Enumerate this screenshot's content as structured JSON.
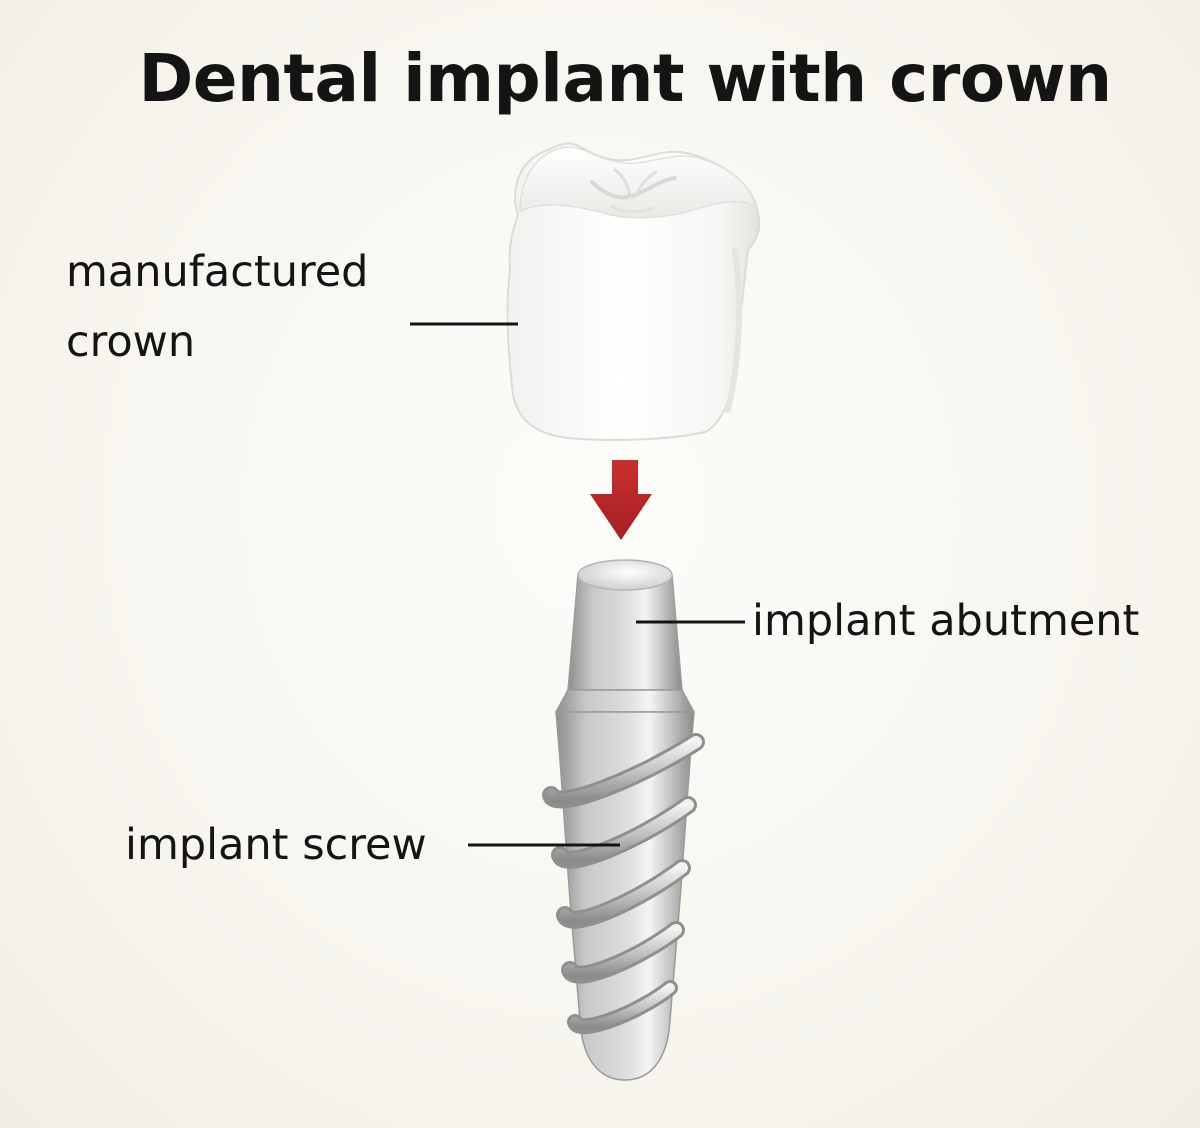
{
  "title": "Dental implant with crown",
  "labels": {
    "crown_line1": "manufactured",
    "crown_line2": "crown",
    "abutment": "implant abutment",
    "screw": "implant screw"
  },
  "colors": {
    "arrow": "#b8282a",
    "leader": "#141414"
  }
}
